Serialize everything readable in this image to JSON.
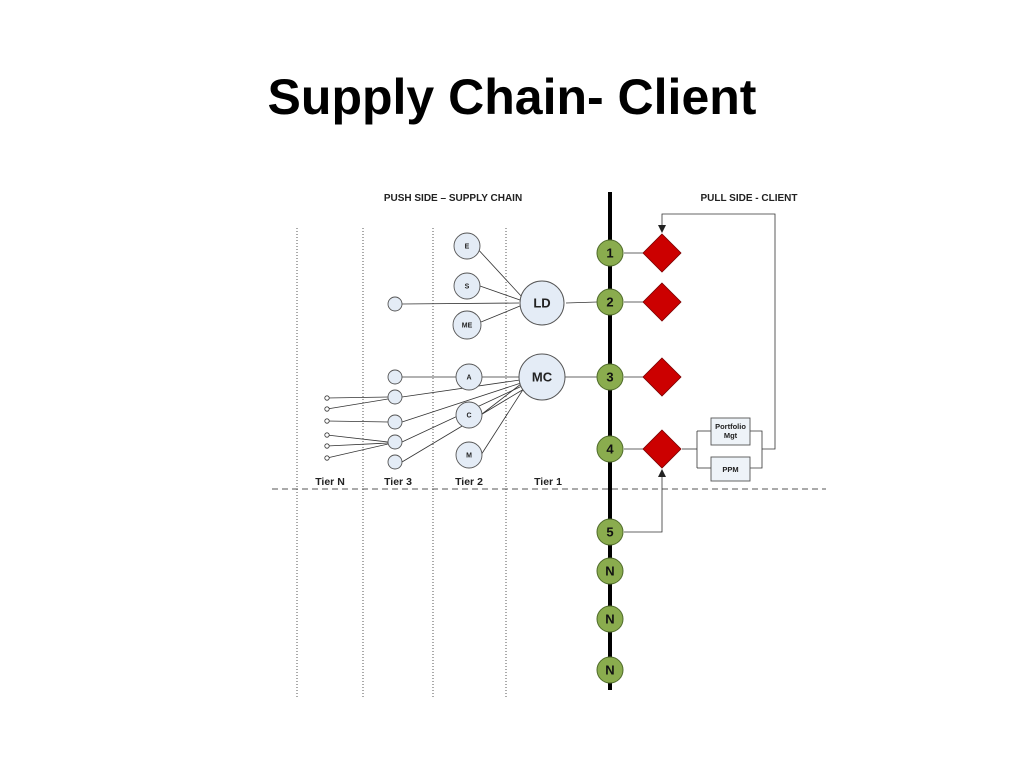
{
  "title": "Supply Chain- Client",
  "headers": {
    "push": "PUSH SIDE – SUPPLY CHAIN",
    "pull": "PULL SIDE - CLIENT"
  },
  "tiers": [
    "Tier N",
    "Tier 3",
    "Tier 2",
    "Tier 1"
  ],
  "tier1_nodes": [
    "LD",
    "MC"
  ],
  "tier2_nodes": [
    "E",
    "S",
    "ME",
    "A",
    "C",
    "M"
  ],
  "spine_nodes": [
    "1",
    "2",
    "3",
    "4",
    "5",
    "N",
    "N",
    "N"
  ],
  "boxes": [
    "Portfolio Mgt",
    "PPM"
  ],
  "colors": {
    "spine_node": "#8aac4e",
    "diamond": "#cc0000",
    "bubble": "#e4ecf6"
  }
}
